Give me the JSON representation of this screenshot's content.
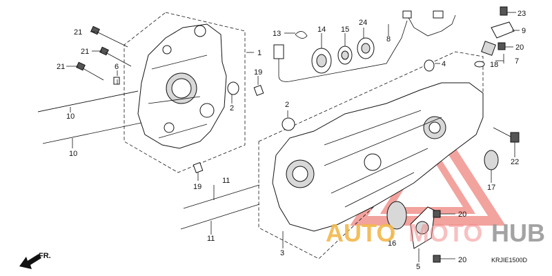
{
  "diagram": {
    "code": "KRJIE1500D",
    "front_label": "FR.",
    "callouts": {
      "c1": "1",
      "c2a": "2",
      "c2b": "2",
      "c3": "3",
      "c4": "4",
      "c5": "5",
      "c6": "6",
      "c7": "7",
      "c8": "8",
      "c9": "9",
      "c10a": "10",
      "c10b": "10",
      "c11a": "11",
      "c11b": "11",
      "c13": "13",
      "c14": "14",
      "c15": "15",
      "c16": "16",
      "c17": "17",
      "c18": "18",
      "c19a": "19",
      "c19b": "19",
      "c20a": "20",
      "c20b": "20",
      "c20c": "20",
      "c21a": "21",
      "c21b": "21",
      "c21c": "21",
      "c22": "22",
      "c23": "23",
      "c24": "24"
    }
  },
  "watermark": {
    "text_a": "AUTO",
    "text_b": "MOTO",
    "text_c": "HUB",
    "color_a": "#f2b84b",
    "color_b": "#f08a8a",
    "color_c": "#9a9a9a",
    "triangle_color": "#e8584f"
  }
}
